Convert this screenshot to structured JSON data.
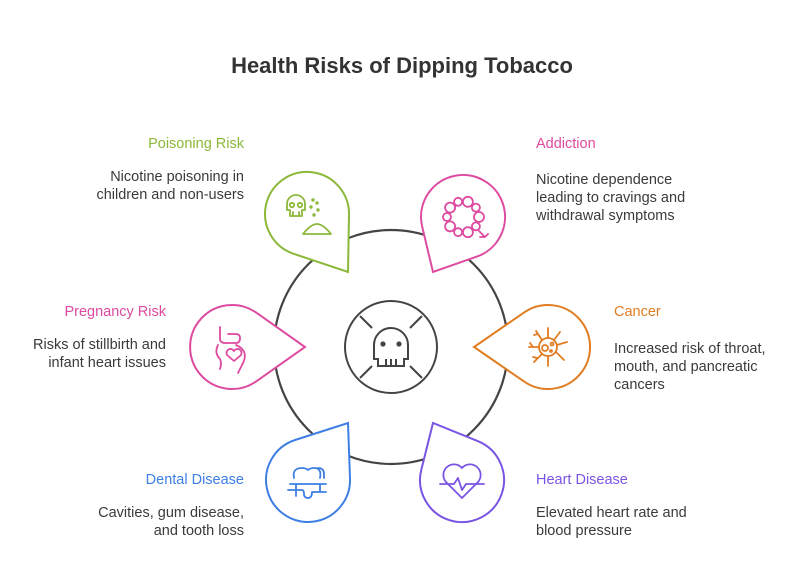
{
  "title": "Health Risks of Dipping Tobacco",
  "center": {
    "icon": "skull-icon",
    "color": "#444444"
  },
  "items": [
    {
      "id": "poisoning",
      "title": "Poisoning Risk",
      "desc": "Nicotine poisoning in children and non-users",
      "color": "#8cb83a",
      "icon": "skull-powder-icon"
    },
    {
      "id": "addiction",
      "title": "Addiction",
      "desc": "Nicotine dependence leading to cravings and withdrawal symptoms",
      "color": "#dd4aa0",
      "icon": "cycle-beads-icon"
    },
    {
      "id": "pregnancy",
      "title": "Pregnancy Risk",
      "desc": "Risks of stillbirth and infant heart issues",
      "color": "#dd4aa0",
      "icon": "pregnant-heart-icon"
    },
    {
      "id": "cancer",
      "title": "Cancer",
      "desc": "Increased risk of throat, mouth, and pancreatic cancers",
      "color": "#e07d22",
      "icon": "cancer-cell-icon"
    },
    {
      "id": "dental",
      "title": "Dental Disease",
      "desc": "Cavities, gum disease, and tooth loss",
      "color": "#3d7fe3",
      "icon": "tooth-icon"
    },
    {
      "id": "heart",
      "title": "Heart Disease",
      "desc": "Elevated heart rate and blood pressure",
      "color": "#7a55e3",
      "icon": "heartbeat-icon"
    }
  ]
}
